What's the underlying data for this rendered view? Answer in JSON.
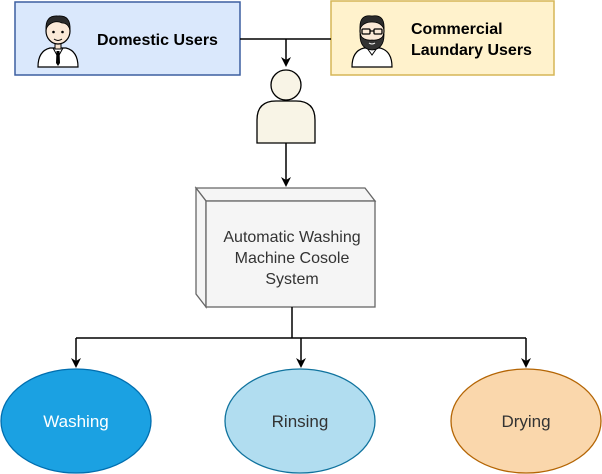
{
  "actors": {
    "domestic": {
      "label": "Domestic Users",
      "icon": "male-user-icon",
      "fill": "#dae8fc",
      "stroke": "#3c5fa0"
    },
    "commercial": {
      "label_lines": [
        "Commercial",
        "Laundary Users"
      ],
      "icon": "bearded-user-icon",
      "fill": "#fff2cc",
      "stroke": "#d6b656"
    }
  },
  "user_node": {
    "icon": "generic-user-icon",
    "fill": "#f8f4e6"
  },
  "system": {
    "label_lines": [
      "Automatic Washing",
      "Machine Cosole",
      "System"
    ],
    "fill": "#f5f5f5",
    "stroke": "#666666"
  },
  "processes": [
    {
      "label": "Washing",
      "fill": "#1ba1e2",
      "stroke": "#006eaf",
      "text_color": "#ffffff"
    },
    {
      "label": "Rinsing",
      "fill": "#b1ddf0",
      "stroke": "#10739e",
      "text_color": "#333333"
    },
    {
      "label": "Drying",
      "fill": "#fad7ac",
      "stroke": "#b46504",
      "text_color": "#333333"
    }
  ]
}
